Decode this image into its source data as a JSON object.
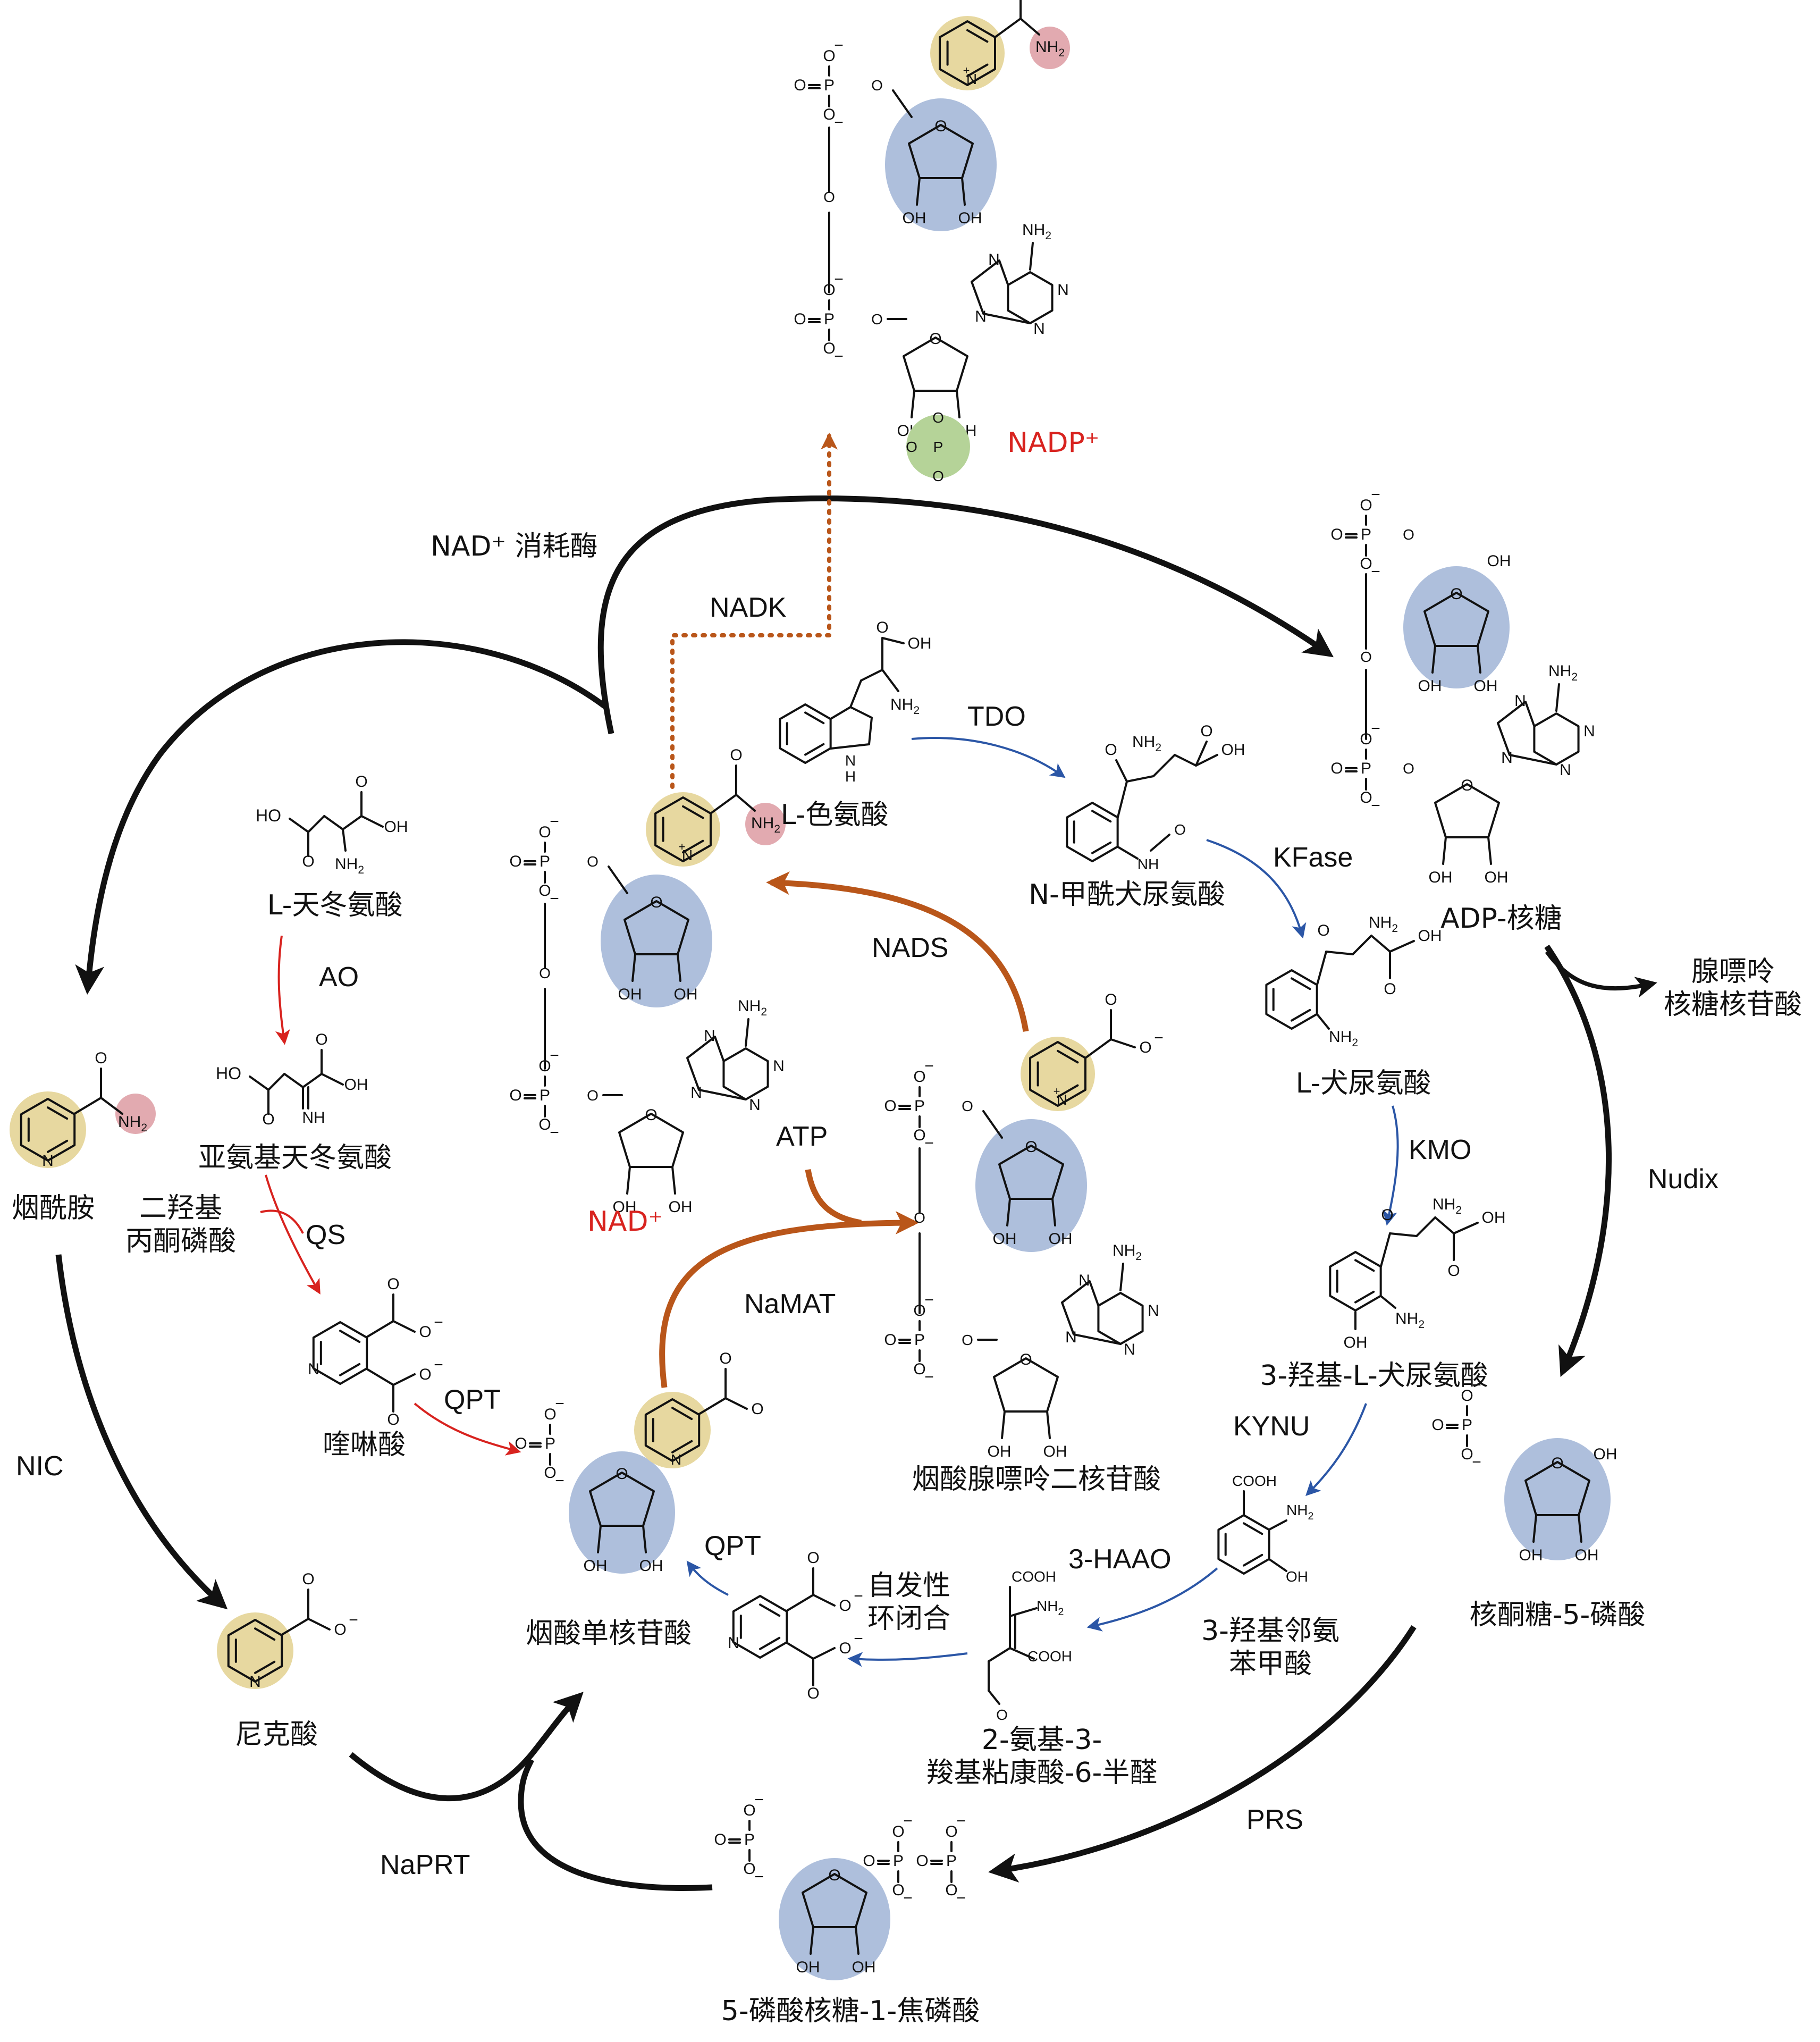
{
  "colors": {
    "ribose": "#aebfdc",
    "pyridine": "#e7d8a0",
    "amide": "#e2aab0",
    "phosphate": "#b5d398",
    "salvage": "#111111",
    "denovo_asp": "#d8231f",
    "kynurenine": "#2b56a6",
    "preiss": "#b9561a",
    "highlight_text": "#d8231f"
  },
  "compounds": {
    "nadp": "NADP⁺",
    "nad": "NAD⁺",
    "adp_ribose": "ADP-核糖",
    "adenosine_ribonucleotide": "腺嘌呤\n核糖核苷酸",
    "ribose5p": "核酮糖-5-磷酸",
    "prpp": "5-磷酸核糖-1-焦磷酸",
    "nicotinamide": "烟酰胺",
    "nicotinic_acid": "尼克酸",
    "aspartate": "L-天冬氨酸",
    "iminoaspartate": "亚氨基天冬氨酸",
    "dhap": "二羟基\n丙酮磷酸",
    "quinolinate": "喹啉酸",
    "namn": "烟酸单核苷酸",
    "naad": "烟酸腺嘌呤二核苷酸",
    "tryptophan": "L-色氨酸",
    "nfk": "N-甲酰犬尿氨酸",
    "kynurenine": "L-犬尿氨酸",
    "hydroxykynurenine": "3-羟基-L-犬尿氨酸",
    "haa": "3-羟基邻氨\n苯甲酸",
    "acms": "2-氨基-3-\n羧基粘康酸-6-半醛",
    "spontaneous": "自发性\n环闭合"
  },
  "enzymes": {
    "nad_consuming": "NAD⁺ 消耗酶",
    "nadk": "NADK",
    "tdo": "TDO",
    "kfase": "KFase",
    "kmo": "KMO",
    "kynu": "KYNU",
    "haao": "3-HAAO",
    "qpt_a": "QPT",
    "qpt_b": "QPT",
    "nads": "NADS",
    "atp": "ATP",
    "namat": "NaMAT",
    "nudix": "Nudix",
    "prs": "PRS",
    "naprt": "NaPRT",
    "nic": "NIC",
    "ao": "AO",
    "qs": "QS"
  },
  "atoms": {
    "oh": "OH",
    "ho": "HO",
    "nh2": "NH",
    "two": "2",
    "n": "N",
    "nh": "NH",
    "h": "H",
    "o": "O",
    "p": "P",
    "cooh": "COOH",
    "minus": "−",
    "plus": "+"
  }
}
